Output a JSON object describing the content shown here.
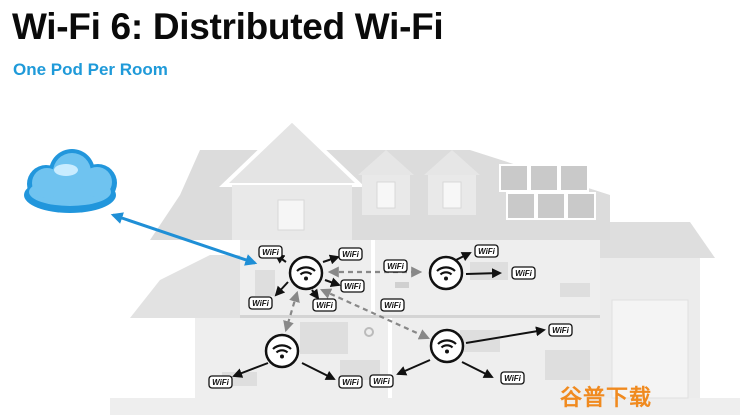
{
  "title": "Wi-Fi 6: Distributed Wi-Fi",
  "subtitle": "One Pod Per Room",
  "badge_text": "WiFi",
  "watermark": "谷普下载",
  "icons": {
    "cloud": "cloud-icon",
    "pod": "wifi-pod-icon",
    "device": "wifi-logo-icon"
  },
  "colors": {
    "title": "#0a0a0a",
    "subtitle": "#1f9ad9",
    "uplink_arrow": "#1f8fd6",
    "house": "#e8e8e8",
    "watermark": "#f08a1f"
  }
}
